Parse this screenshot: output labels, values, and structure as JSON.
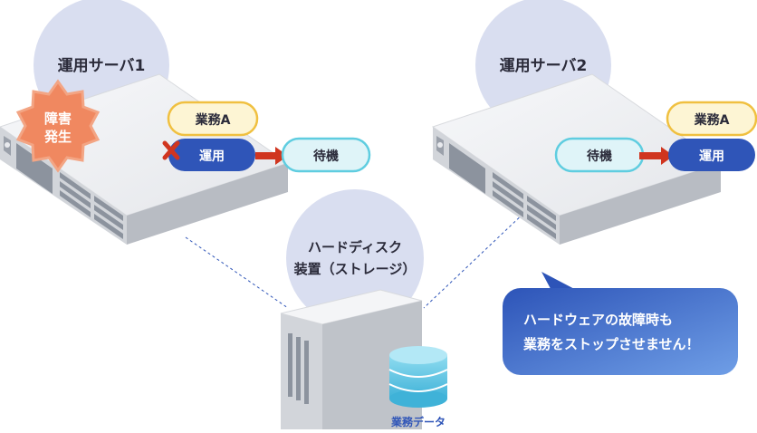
{
  "servers": {
    "server1": {
      "title": "運用サーバ1"
    },
    "server2": {
      "title": "運用サーバ2"
    }
  },
  "failure_badge": {
    "line1": "障害",
    "line2": "発生"
  },
  "labels": {
    "task_a": "業務A",
    "active": "運用",
    "standby": "待機"
  },
  "storage": {
    "line1": "ハードディスク",
    "line2": "装置（ストレージ）"
  },
  "data_label": "業務データ",
  "callout": {
    "line1": "ハードウェアの故障時も",
    "line2": "業務をストップさせません！"
  },
  "colors": {
    "circle": "#d9def0",
    "active_pill": "#2f55b8",
    "standby_pill_fill": "#dff4f8",
    "standby_pill_border": "#5fcde0",
    "task_pill_fill": "#fdf5d4",
    "task_pill_border": "#f0c040",
    "badge": "#f08860",
    "arrow": "#d0351f",
    "callout": "#3b62c4",
    "storage_disk": "#58c3e0"
  }
}
